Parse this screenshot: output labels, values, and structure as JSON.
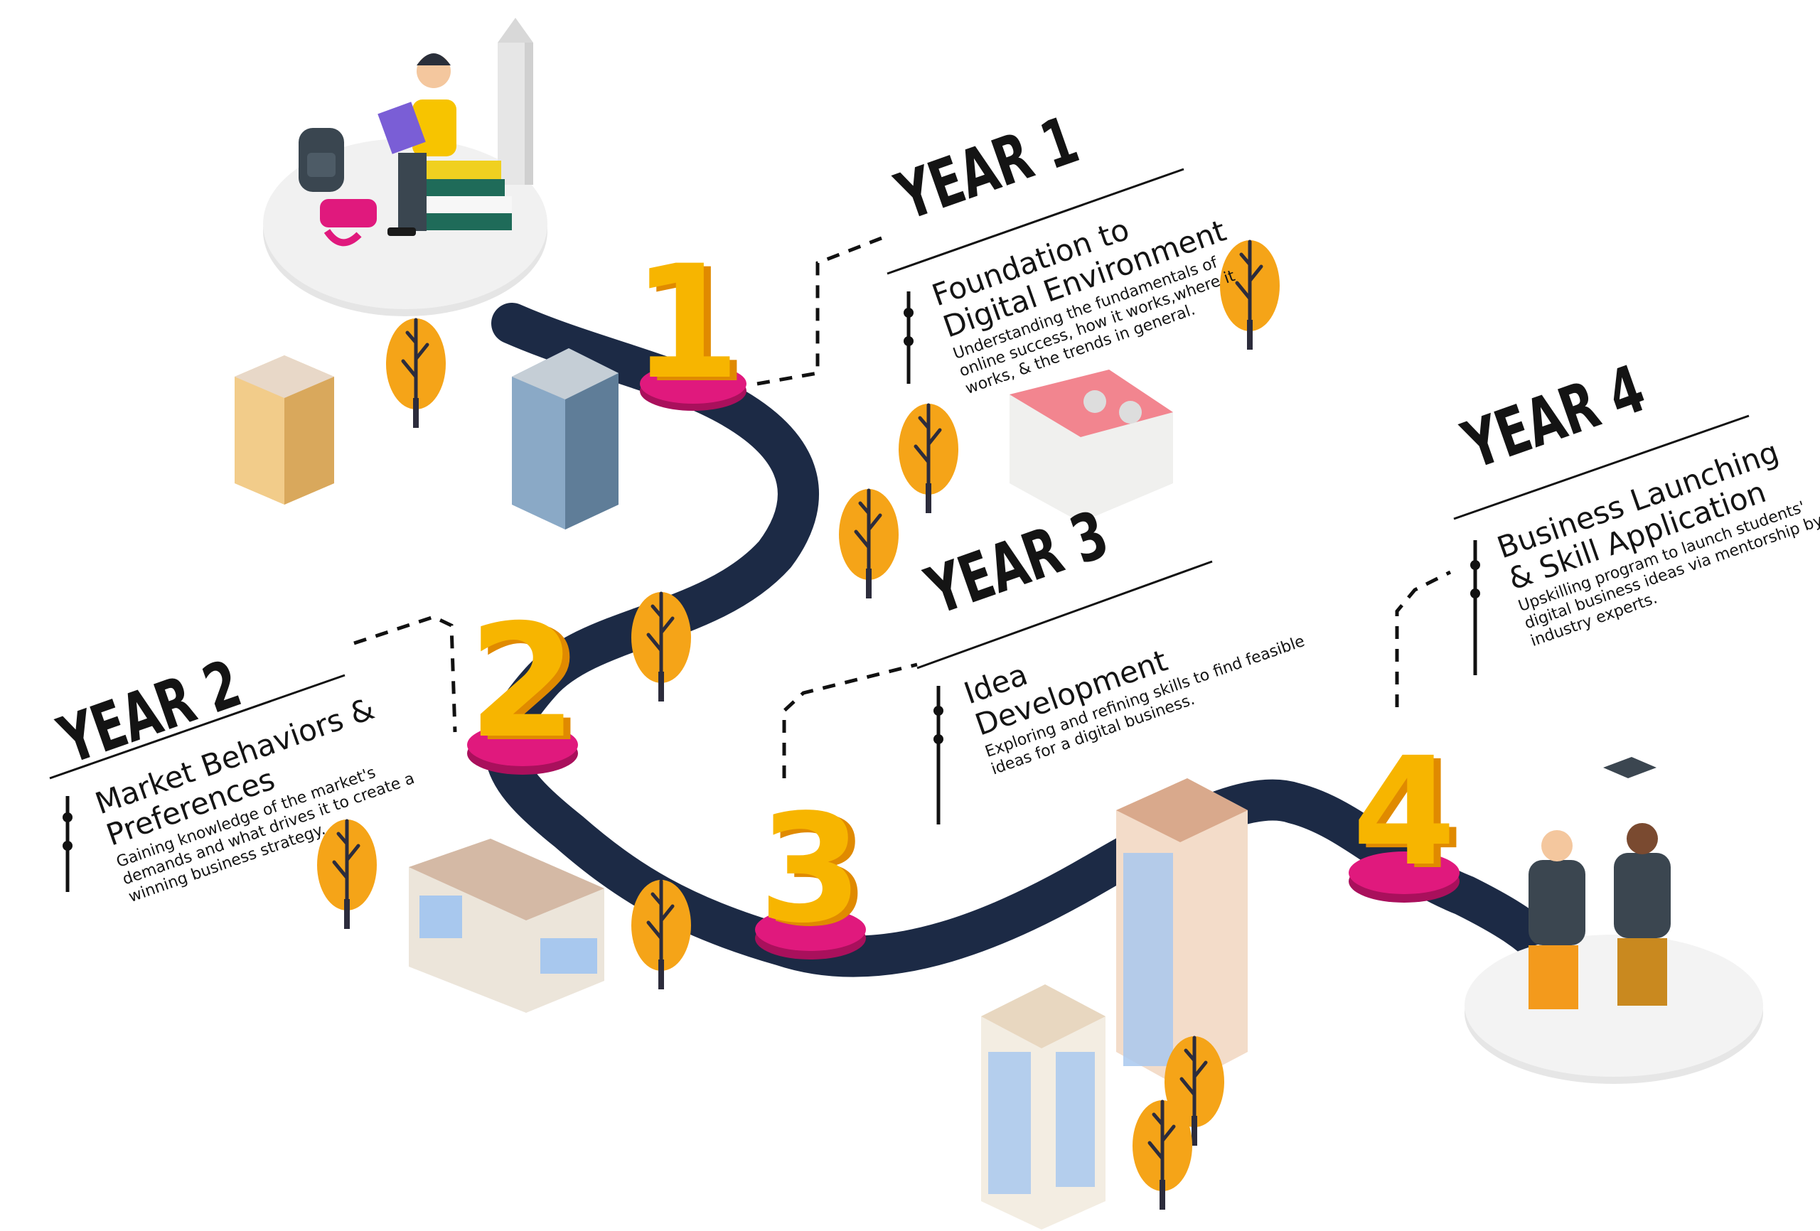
{
  "milestones": [
    {
      "number": "1",
      "year": "YEAR 1",
      "title_lines": [
        "Foundation to",
        "Digital Environment"
      ],
      "desc_lines": [
        "Understanding the fundamentals of",
        "online success, how it works,where it",
        "works, & the trends in general."
      ]
    },
    {
      "number": "2",
      "year": "YEAR 2",
      "title_lines": [
        "Market Behaviors &",
        "Preferences"
      ],
      "desc_lines": [
        "Gaining knowledge of the market's",
        "demands and what drives it to create a",
        "winning business strategy."
      ]
    },
    {
      "number": "3",
      "year": "YEAR 3",
      "title_lines": [
        "Idea",
        "Development"
      ],
      "desc_lines": [
        "Exploring and refining skills to find feasible",
        "ideas for a digital business."
      ]
    },
    {
      "number": "4",
      "year": "YEAR 4",
      "title_lines": [
        "Business Launching",
        "& Skill Application"
      ],
      "desc_lines": [
        "Upskilling program to launch students'",
        "digital business ideas via mentorship by",
        "industry experts."
      ]
    }
  ],
  "colors": {
    "road": "#1c2a45",
    "number_gold": "#f7b500",
    "number_shade": "#e08a00",
    "base_pink": "#e0197d",
    "tree_orange": "#f5a418",
    "trunk": "#2c2c3c",
    "glass_blue": "#9fc4ee",
    "text": "#141414"
  },
  "icons": [
    "student-with-laptop-icon",
    "graduates-celebrating-icon",
    "tree-icon",
    "building-icon",
    "pencil-icon",
    "backpack-icon",
    "game-controller-icon"
  ]
}
